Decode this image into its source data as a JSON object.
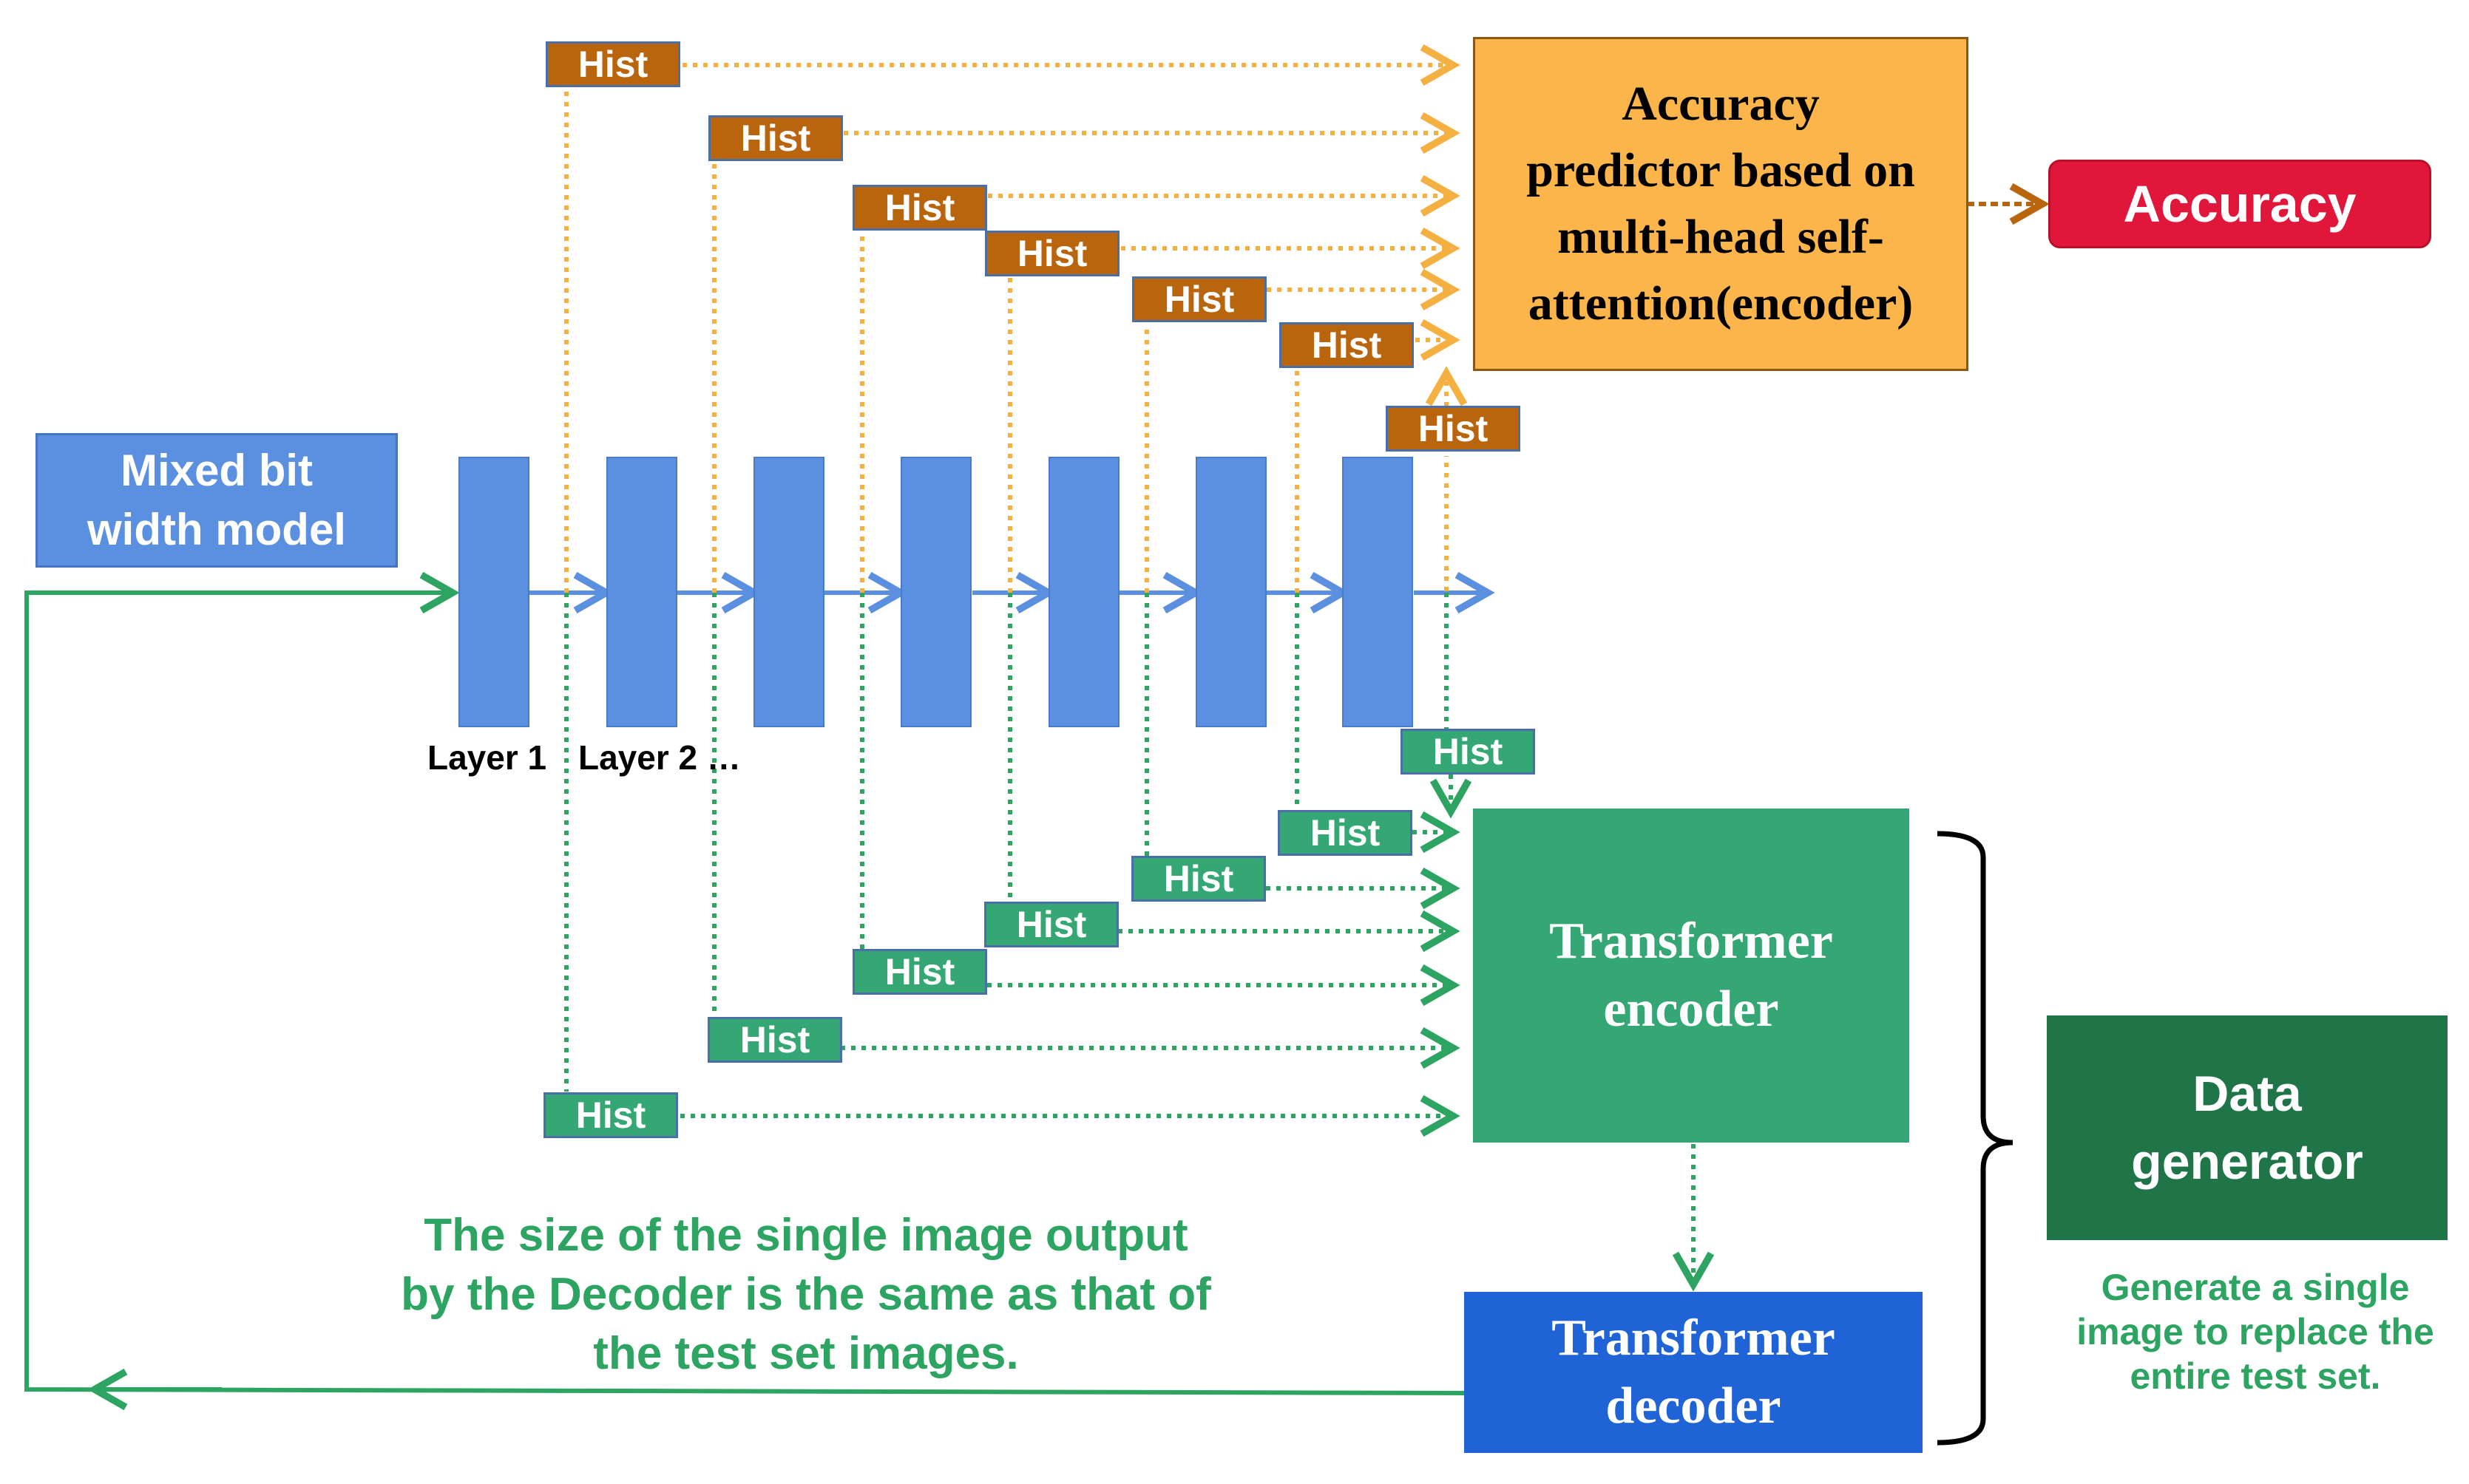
{
  "nodes": {
    "model": "Mixed bit\nwidth model",
    "accuracy_predictor": "Accuracy\npredictor based on\nmulti-head self-\nattention(encoder)",
    "accuracy": "Accuracy",
    "encoder": "Transformer\nencoder",
    "decoder": "Transformer\ndecoder",
    "generator": "Data\ngenerator"
  },
  "layers": {
    "count": 7,
    "label_1": "Layer 1",
    "label_2": "Layer 2 …"
  },
  "hist_label": "Hist",
  "top_hist_count": 7,
  "bottom_hist_count": 7,
  "notes": {
    "decoder_output": "The size of the single image output\nby the Decoder is the same as that of\nthe test set images.",
    "generator": "Generate a single\nimage to replace the\nentire test set."
  },
  "colors": {
    "layer_blue": "#5b8fe0",
    "hist_top": "#b8650e",
    "hist_bottom": "#35a775",
    "orange_link": "#f5b042",
    "green_link": "#2ea462",
    "predictor": "#fbb54a",
    "accuracy": "#e0173a",
    "encoder": "#35a775",
    "decoder": "#1f63d6",
    "generator": "#1f7548"
  }
}
